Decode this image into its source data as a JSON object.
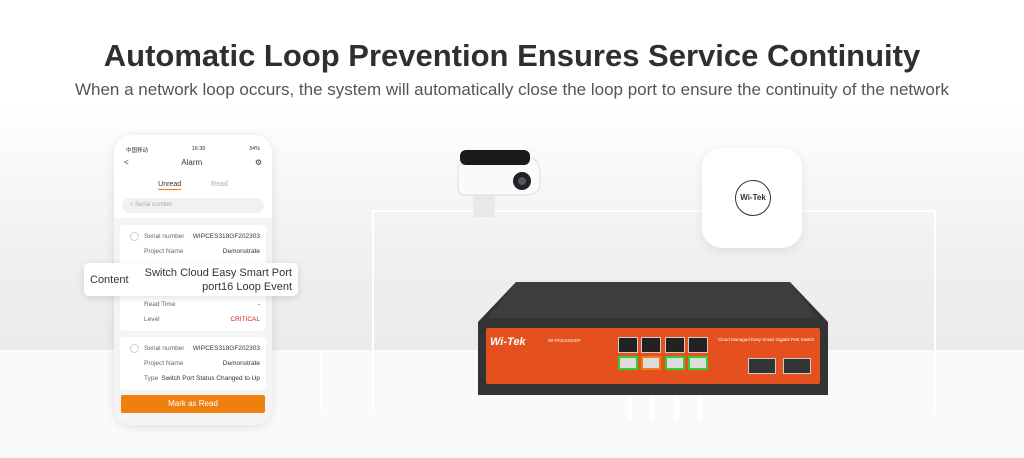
{
  "header": {
    "title": "Automatic Loop Prevention Ensures Service Continuity",
    "subtitle": "When a network loop occurs, the system will automatically close the loop port to ensure the continuity of the network"
  },
  "phone": {
    "status_carrier": "中国移动",
    "status_time": "16:36",
    "status_battery": "34%",
    "title": "Alarm",
    "tabs": [
      "Unread",
      "Read"
    ],
    "search_placeholder": "Serial number",
    "card1": {
      "serial_label": "Serial number",
      "serial_value": "WIPCES318GF202303",
      "project_label": "Project Name",
      "project_value": "Demonstrate",
      "readtime_label": "Read Time",
      "readtime_value": "-",
      "level_label": "Level",
      "level_value": "CRITICAL"
    },
    "card2": {
      "serial_label": "Serial number",
      "serial_value": "WIPCES318GF202303",
      "project_label": "Project Name",
      "project_value": "Demonstrate",
      "type_label": "Type",
      "type_value": "Switch Port Status Changed to Up"
    },
    "button": "Mark as Read"
  },
  "popup": {
    "key": "Content",
    "value_line1": "Switch Cloud Easy Smart Port",
    "value_line2": "port16 Loop Event"
  },
  "ap": {
    "logo": "Wi-Tek"
  },
  "switch": {
    "brand": "Wi-Tek",
    "model": "WI-PCES310GF",
    "description": "Cloud Managed Easy Smart Gigabit PoE Switch"
  },
  "colors": {
    "accent": "#f07f12",
    "critical": "#e02020",
    "switch_face": "#e5501f",
    "port_ok": "#33cc33"
  }
}
